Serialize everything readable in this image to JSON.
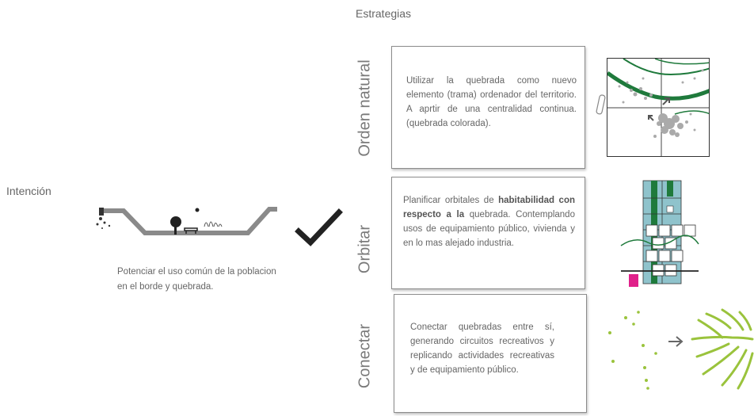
{
  "header": {
    "title": "Estrategias"
  },
  "intent": {
    "label": "Intención",
    "text_line1": "Potenciar el uso común de la poblacion",
    "text_line2": "en el borde y quebrada."
  },
  "strategies": [
    {
      "name": "Orden natural",
      "text": "Utilizar la quebrada como nuevo elemento (trama) ordenador del territorio. A aprtir de una centralidad continua. (quebrada colorada)."
    },
    {
      "name": "Orbitar",
      "text_pre": "Planificar orbitales de ",
      "text_bold": "habitabilidad con respecto a la",
      "text_post": " quebrada. Contemplando usos de equipamiento público, vivienda y en lo mas alejado industria."
    },
    {
      "name": "Conectar",
      "text": "Conectar quebradas entre sí, generando circuitos recreativos y replicando actividades recreativas y de equipamiento público."
    }
  ],
  "colors": {
    "green_dark": "#1f7a3c",
    "green_light": "#9ac33c",
    "blue_block": "#8fc3cc",
    "magenta": "#e0208a",
    "gray_terrain": "#8a8a8a"
  }
}
